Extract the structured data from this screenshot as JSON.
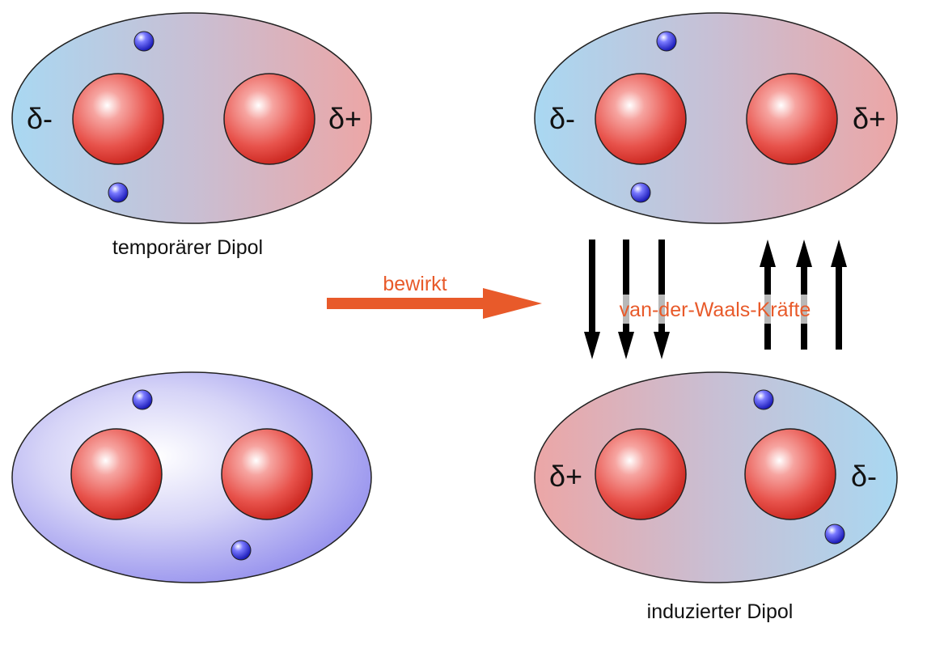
{
  "molecules": {
    "temporary": {
      "caption": "temporärer Dipol",
      "left_charge": "δ-",
      "right_charge": "δ+"
    },
    "top_right": {
      "left_charge": "δ-",
      "right_charge": "δ+"
    },
    "induced": {
      "caption": "induzierter Dipol",
      "left_charge": "δ+",
      "right_charge": "δ-"
    }
  },
  "arrow_causes": {
    "label": "bewirkt"
  },
  "forces": {
    "label": "van-der-Waals-Kräfte"
  },
  "colors": {
    "negative_side": "#a9d8f2",
    "positive_side": "#eca6a6",
    "neutral_cloud": "#9d99ee",
    "nucleus": "#e4403a",
    "electron": "#2a2ad0",
    "accent_orange": "#e85a2a"
  }
}
